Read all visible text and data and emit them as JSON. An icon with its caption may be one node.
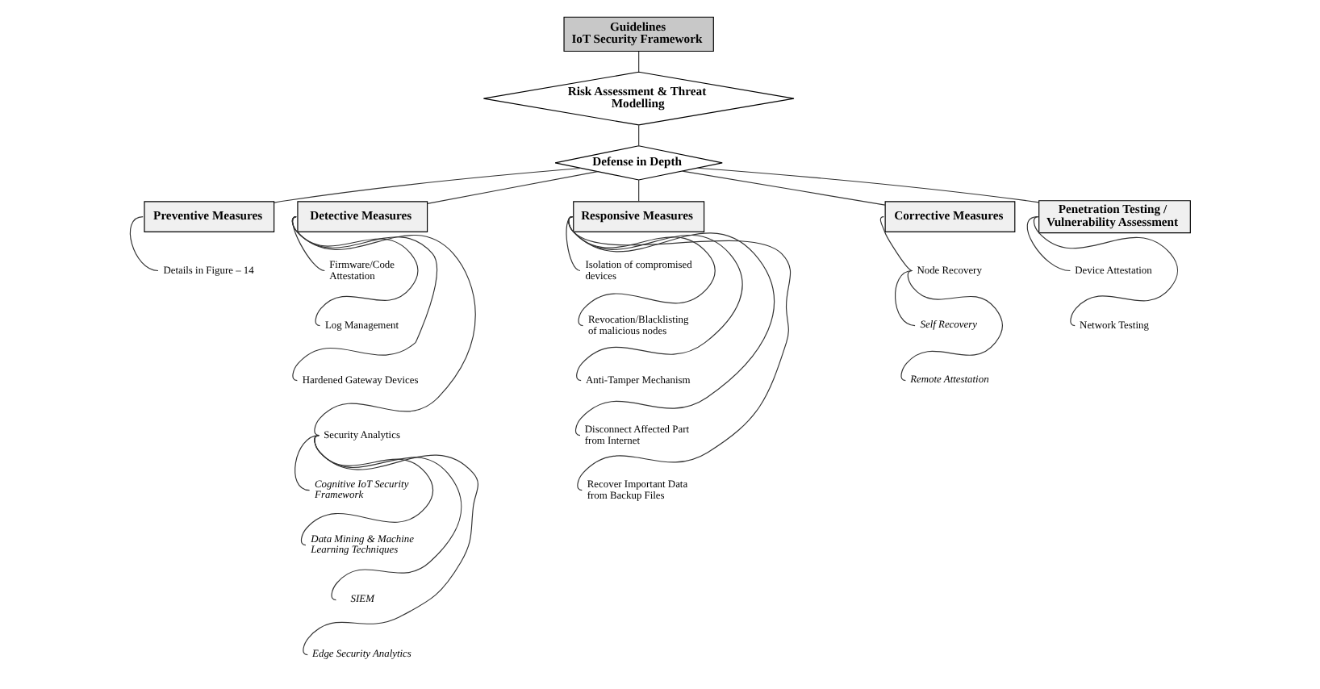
{
  "diagram": {
    "nodes": [
      {
        "text": [
          "Guidelines",
          "IoT Security Framework"
        ]
      },
      {
        "text": [
          "Risk Assessment & Threat Modelling"
        ]
      },
      {
        "text": [
          "Defense in Depth"
        ]
      },
      {
        "text": [
          "Preventive Measures"
        ]
      },
      {
        "text": [
          "Detective Measures"
        ]
      },
      {
        "text": [
          "Responsive Measures"
        ]
      },
      {
        "text": [
          "Corrective Measures"
        ]
      },
      {
        "text": [
          "Penetration Testing / Vulnerability Assessment"
        ]
      },
      {
        "text": [
          "Details in Figure – 14"
        ]
      },
      {
        "text": [
          "Firmware/Code Attestation"
        ]
      },
      {
        "text": [
          "Log Management"
        ]
      },
      {
        "text": [
          "Hardened Gateway Devices"
        ]
      },
      {
        "text": [
          "Security Analytics"
        ]
      },
      {
        "text": [
          "Cognitive IoT Security Framework"
        ]
      },
      {
        "text": [
          "Data Mining & Machine Learning Techniques"
        ]
      },
      {
        "text": [
          "SIEM"
        ]
      },
      {
        "text": [
          "Edge Security Analytics"
        ]
      },
      {
        "text": [
          "Isolation of compromised devices"
        ]
      },
      {
        "text": [
          "Revocation/Blacklisting of malicious nodes"
        ]
      },
      {
        "text": [
          "Anti-Tamper Mechanism"
        ]
      },
      {
        "text": [
          "Disconnect Affected Part from Internet"
        ]
      },
      {
        "text": [
          "Recover Important Data from Backup Files"
        ]
      },
      {
        "text": [
          "Node Recovery"
        ]
      },
      {
        "text": [
          "Self Recovery"
        ]
      },
      {
        "text": [
          "Remote Attestation"
        ]
      },
      {
        "text": [
          "Device Attestation"
        ]
      },
      {
        "text": [
          "Network Testing"
        ]
      }
    ],
    "edges": [
      {
        "from": 0,
        "to": 1,
        "arrow": "none"
      },
      {
        "from": 1,
        "to": 2,
        "arrow": "none"
      },
      {
        "from": 2,
        "to": 3,
        "arrow": "none"
      },
      {
        "from": 2,
        "to": 4,
        "arrow": "none"
      },
      {
        "from": 2,
        "to": 5,
        "arrow": "none"
      },
      {
        "from": 2,
        "to": 6,
        "arrow": "none"
      },
      {
        "from": 2,
        "to": 7,
        "arrow": "none"
      },
      {
        "from": 3,
        "to": 8,
        "arrow": "none"
      },
      {
        "from": 4,
        "to": 9,
        "arrow": "none"
      },
      {
        "from": 4,
        "to": 10,
        "arrow": "none"
      },
      {
        "from": 4,
        "to": 11,
        "arrow": "none"
      },
      {
        "from": 4,
        "to": 12,
        "arrow": "none"
      },
      {
        "from": 12,
        "to": 13,
        "arrow": "none"
      },
      {
        "from": 12,
        "to": 14,
        "arrow": "none"
      },
      {
        "from": 12,
        "to": 15,
        "arrow": "none"
      },
      {
        "from": 12,
        "to": 16,
        "arrow": "none"
      },
      {
        "from": 5,
        "to": 17,
        "arrow": "none"
      },
      {
        "from": 5,
        "to": 18,
        "arrow": "none"
      },
      {
        "from": 5,
        "to": 19,
        "arrow": "none"
      },
      {
        "from": 5,
        "to": 20,
        "arrow": "none"
      },
      {
        "from": 5,
        "to": 21,
        "arrow": "none"
      },
      {
        "from": 6,
        "to": 22,
        "arrow": "none"
      },
      {
        "from": 22,
        "to": 23,
        "arrow": "none"
      },
      {
        "from": 22,
        "to": 24,
        "arrow": "none"
      },
      {
        "from": 7,
        "to": 25,
        "arrow": "none"
      },
      {
        "from": 7,
        "to": 26,
        "arrow": "none"
      }
    ]
  }
}
